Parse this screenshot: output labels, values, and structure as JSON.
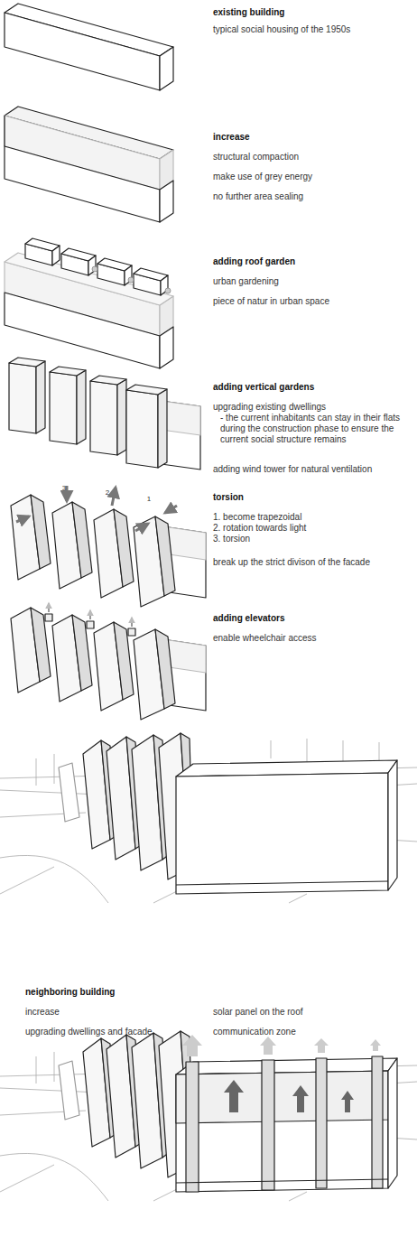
{
  "diagram": {
    "labels": [
      "existing building",
      "typical social housing of the 1950s",
      "increase",
      "structural compaction",
      "make use of grey energy",
      "no further area sealing",
      "adding roof garden",
      "urban gardening",
      "piece of natur in urban space",
      "adding vertical gardens",
      "upgrading existing dwellings",
      "- the current inhabitants can stay in their flats during the construction phase to ensure the current social structure remains",
      "adding wind tower for natural ventilation",
      "3",
      "2",
      "1",
      "torsion",
      "1. become trapezoidal",
      "2. rotation towards light",
      "3. torsion",
      "break up the strict divison of the facade",
      "adding elevators",
      "enable wheelchair access",
      "neighboring building",
      "increase",
      "solar panel on the roof",
      "upgrading dwellings and facade",
      "communication zone"
    ]
  }
}
